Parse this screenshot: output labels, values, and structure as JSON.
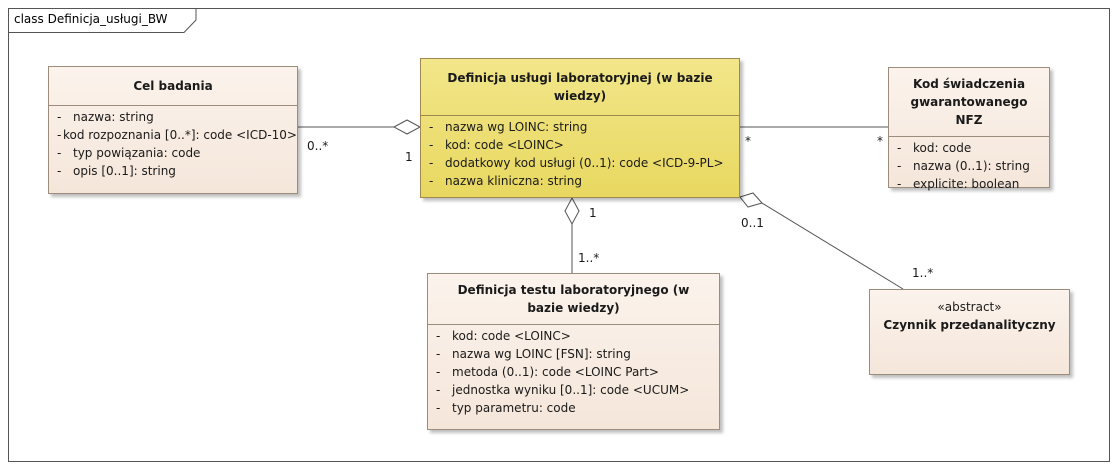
{
  "frame": {
    "label": "class Definicja_usługi_BW"
  },
  "classes": {
    "cel": {
      "name": "Cel badania",
      "attrs": [
        "nazwa: string",
        "kod rozpoznania [0..*]: code <ICD-10>",
        "typ powiązania: code",
        "opis [0..1]: string"
      ]
    },
    "definicja": {
      "name": "Definicja usługi laboratoryjnej (w bazie wiedzy)",
      "attrs": [
        "nazwa wg LOINC: string",
        "kod: code <LOINC>",
        "dodatkowy kod usługi (0..1): code <ICD-9-PL>",
        "nazwa kliniczna: string"
      ]
    },
    "kod": {
      "name": "Kod świadczenia gwarantowanego NFZ",
      "attrs": [
        "kod: code",
        "nazwa (0..1): string",
        "explicite: boolean"
      ]
    },
    "test": {
      "name": "Definicja testu laboratoryjnego (w bazie wiedzy)",
      "attrs": [
        "kod: code <LOINC>",
        "nazwa wg LOINC [FSN]: string",
        "metoda (0..1): code <LOINC Part>",
        "jednostka wyniku [0..1]: code <UCUM>",
        "typ parametru: code"
      ]
    },
    "czynnik": {
      "stereotype": "«abstract»",
      "name": "Czynnik przedanalityczny"
    }
  },
  "multiplicities": {
    "cel_def_left": "0..*",
    "cel_def_right": "1",
    "def_kod_left": "*",
    "def_kod_right": "*",
    "def_test_top": "1",
    "def_test_bottom": "1..*",
    "def_czyn_top": "0..1",
    "def_czyn_bottom": "1..*"
  },
  "attr_bullet": "-"
}
